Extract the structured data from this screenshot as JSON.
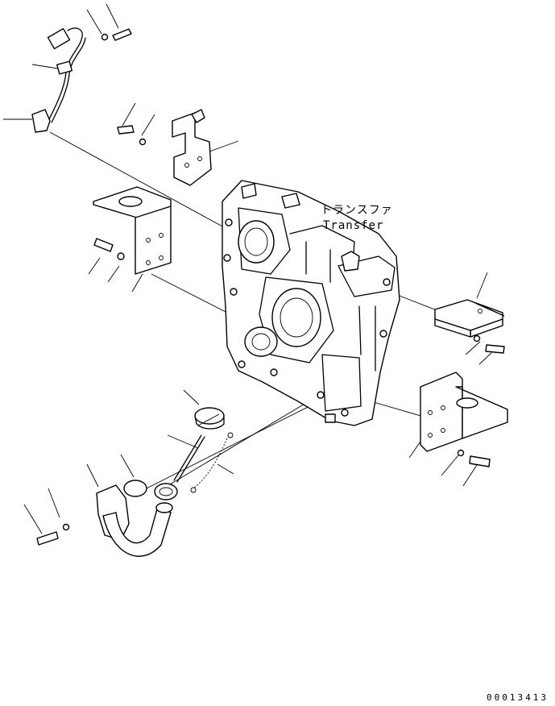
{
  "label_jp": "トランスファ",
  "label_en": "Transfer",
  "doc_number": "00013413"
}
